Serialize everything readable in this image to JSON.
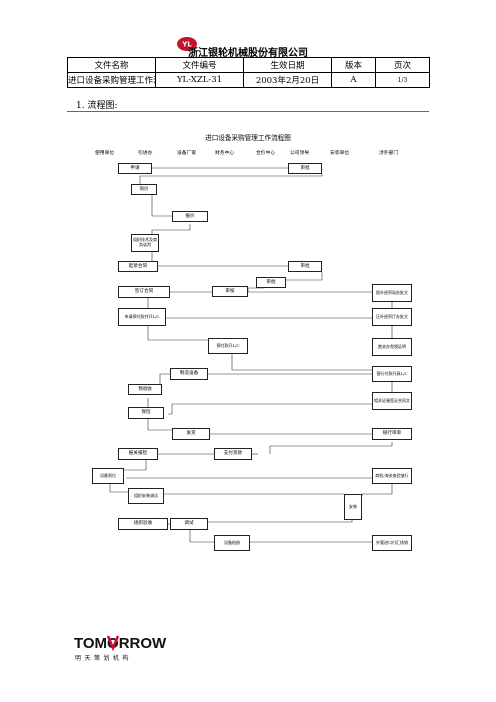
{
  "company": "浙江银轮机械股份有限公司",
  "header_table": {
    "labels": [
      "文件名称",
      "文件编号",
      "生效日期",
      "版本",
      "页次"
    ],
    "values": [
      "进口设备采购管理工作流程",
      "YL-XZL-31",
      "2003年2月20日",
      "A",
      "1/3"
    ]
  },
  "section_heading": "1. 流程图:",
  "flowchart": {
    "title": "进口设备采购管理工作流程图",
    "columns": [
      "使用单位",
      "引进办",
      "设备厂家",
      "财务中心",
      "合价中心",
      "公司领导",
      "安装单位",
      "涉外部门"
    ],
    "boxes": {
      "apply": "申请",
      "review1": "审批",
      "inquiry": "询价",
      "quote": "报价",
      "tech_talk": "组织技术及商务谈判",
      "draft_contract": "起草合同",
      "review2": "审批",
      "review3": "审批",
      "sign_contract": "签订合同",
      "review4": "审核",
      "register_contract": "报外经贸局办批文",
      "apply_lc": "申请预付款并开L/C",
      "foreign_trade_approval": "压外经贸厅办批文",
      "prepay_lc": "预付款开L/C",
      "tax_exempt": "跑关办免税证明",
      "manufacture": "制造设备",
      "bank_lc": "银行付款开具L/C",
      "pre_accept": "预验收",
      "contract_file": "相关证服签证合同文",
      "insurance": "保险",
      "shipping": "发货",
      "bank_review": "银行审单",
      "customs": "报关报检",
      "pay_freight": "支付货款",
      "arrival": "设备到位",
      "inspection": "商检/海关查验放行",
      "install": "组织安装调试",
      "installation": "安装",
      "acceptance": "组织验收",
      "commissioning": "调试",
      "archive": "设备档册",
      "tax_refund": "外管进口付汇核销"
    }
  },
  "footer_logo": {
    "brand": "TOMORROW",
    "subtitle": "明天策划机构"
  }
}
